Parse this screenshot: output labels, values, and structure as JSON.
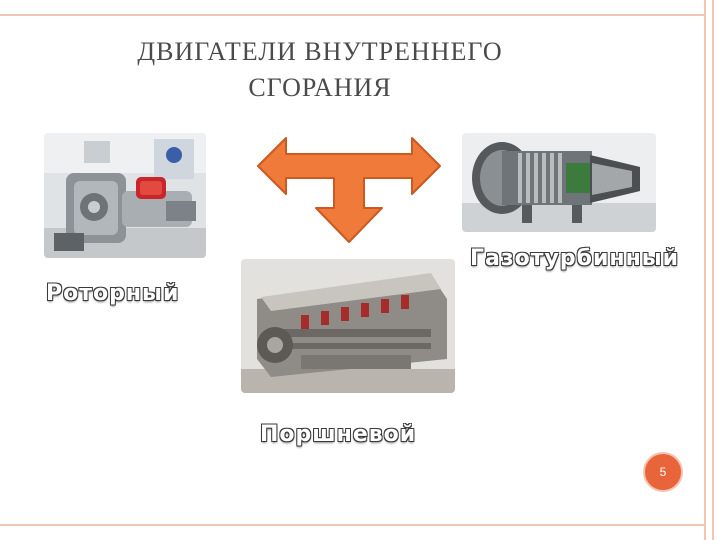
{
  "slide": {
    "title_line1": "ДВИГАТЕЛИ ВНУТРЕННЕГО",
    "title_line2": "СГОРАНИЯ",
    "labels": {
      "rotary": "Роторный",
      "gas_turbine": "Газотурбинный",
      "piston": "Поршневой"
    },
    "page_number": "5"
  },
  "colors": {
    "arrow_fill": "#f07a3a",
    "arrow_stroke": "#c85a22",
    "frame": "#f2c6b4",
    "page_badge": "#e8643a"
  },
  "icons": [
    "t-arrow-icon"
  ]
}
